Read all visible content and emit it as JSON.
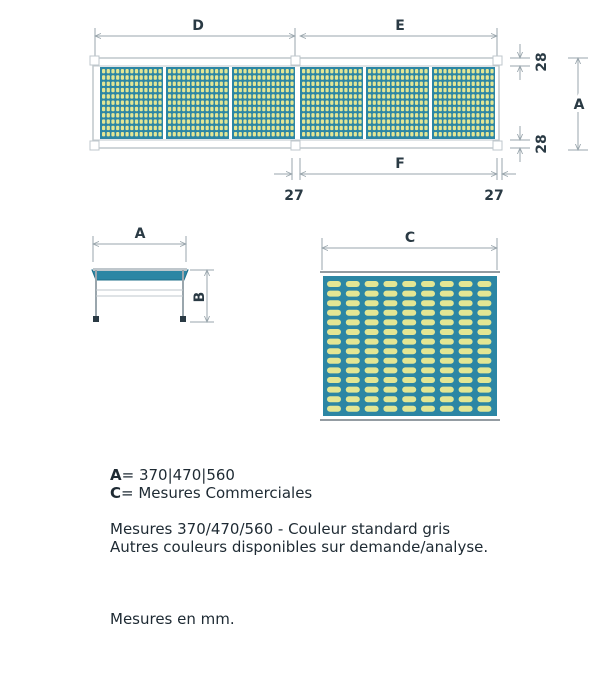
{
  "dimensions": {
    "D": "D",
    "E": "E",
    "F": "F",
    "A": "A",
    "B": "B",
    "C": "C",
    "top_margin": "28",
    "bottom_margin": "28",
    "left_offset": "27",
    "right_offset": "27",
    "side_A": "A",
    "side_B": "B",
    "grid_C": "C"
  },
  "notes": {
    "a_key": "A",
    "a_value": "= 370|470|560",
    "c_key": "C",
    "c_value": "= Mesures Commerciales",
    "line1": "Mesures 370/470/560 - Couleur standard gris",
    "line2": "Autres couleurs disponibles sur demande/analyse.",
    "line3": "Mesures en mm."
  },
  "colors": {
    "panel": "#2c86a4",
    "slot": "#e3e694",
    "line": "#9aa6ad",
    "frame": "#bfc7cc"
  }
}
